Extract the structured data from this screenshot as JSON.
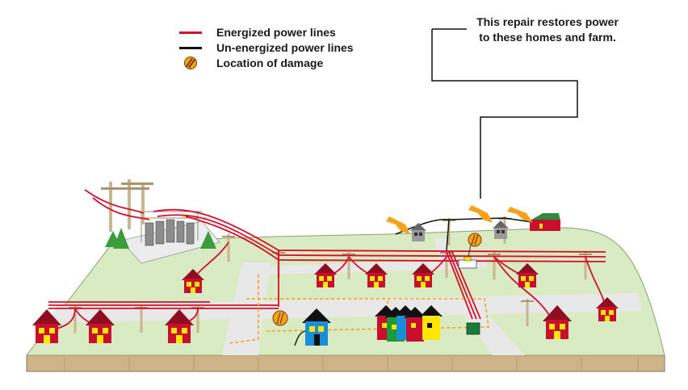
{
  "legend": {
    "energized": {
      "label": "Energized power lines",
      "color": "#d4102a"
    },
    "unenergized": {
      "label": "Un-energized power lines",
      "color": "#111111"
    },
    "damage": {
      "label": "Location of damage",
      "color": "#f4a21a",
      "icon": "damage-marker-icon"
    }
  },
  "callout": {
    "line1": "This repair restores power",
    "line2": "to these homes and farm."
  },
  "colors": {
    "ground": "#d9ebc3",
    "road": "#e8e8e8",
    "base_front": "#cfb48a",
    "house_red": "#c8102e",
    "house_yellow_window": "#ffe600",
    "affected_house": "#8c8c8c",
    "arrow": "#f4a21a"
  }
}
